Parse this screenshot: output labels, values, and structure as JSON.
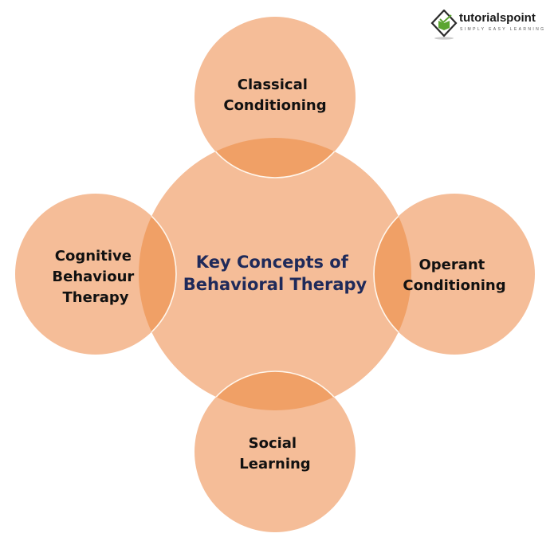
{
  "diagram": {
    "center": {
      "lines": [
        "Key Concepts of",
        "Behavioral Therapy"
      ]
    },
    "nodes": [
      {
        "id": "top",
        "lines": [
          "Classical",
          "Conditioning"
        ]
      },
      {
        "id": "right",
        "lines": [
          "Operant",
          "Conditioning"
        ]
      },
      {
        "id": "bottom",
        "lines": [
          "Social",
          "Learning"
        ]
      },
      {
        "id": "left",
        "lines": [
          "Cognitive",
          "Behaviour",
          "Therapy"
        ]
      }
    ]
  },
  "logo": {
    "name": "tutorialspoint",
    "tagline": "SIMPLY EASY LEARNING"
  },
  "colors": {
    "circle_fill": "#F5BD98",
    "overlap_fill": "#F0A066",
    "separator": "#FFF6EC",
    "node_text": "#111111",
    "center_text": "#1F2A5A",
    "logo_green": "#5BA530",
    "logo_dark": "#2B2B2B"
  }
}
